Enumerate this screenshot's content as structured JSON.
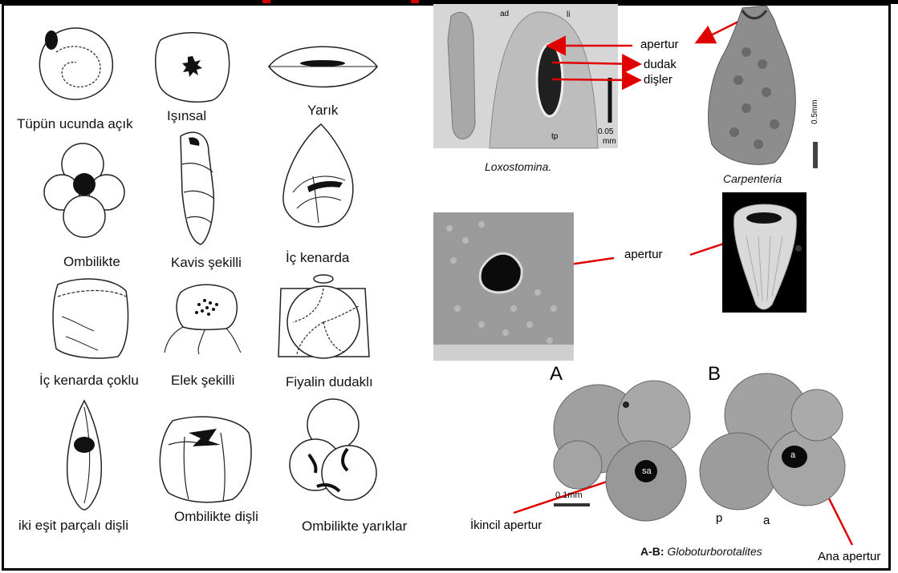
{
  "left_panel": {
    "labels": [
      "Tüpün ucunda açık",
      "Işınsal",
      "Yarık",
      "Ombilikte",
      "Kavis şekilli",
      "İç kenarda",
      "İç kenarda çoklu",
      "Elek şekilli",
      "Fiyalin dudaklı",
      "iki eşit parçalı dişli",
      "Ombilikte dişli",
      "Ombilikte yarıklar"
    ]
  },
  "loxostomina": {
    "caption": "Loxostomina.",
    "labels": {
      "ad": "ad",
      "li": "li",
      "tp": "tp",
      "scale": "0.05",
      "unit": "mm"
    },
    "arrows": [
      "apertur",
      "dudak",
      "dişler"
    ]
  },
  "carpenteria": {
    "caption": "Carpenteria",
    "scale": "0.5mm"
  },
  "sem_middle": {
    "arrow_label": "apertur"
  },
  "globoturborotalites": {
    "panel_a": "A",
    "panel_b": "B",
    "labels": {
      "sa": "sa",
      "a1": "a",
      "p": "p",
      "a2": "a",
      "scale": "0.1mm"
    },
    "secondary": "İkincil apertur",
    "main": "Ana apertur",
    "caption_prefix": "A-B:",
    "caption_name": "Globoturborotalites"
  },
  "colors": {
    "arrow": "#e00000",
    "frame": "#000000"
  }
}
